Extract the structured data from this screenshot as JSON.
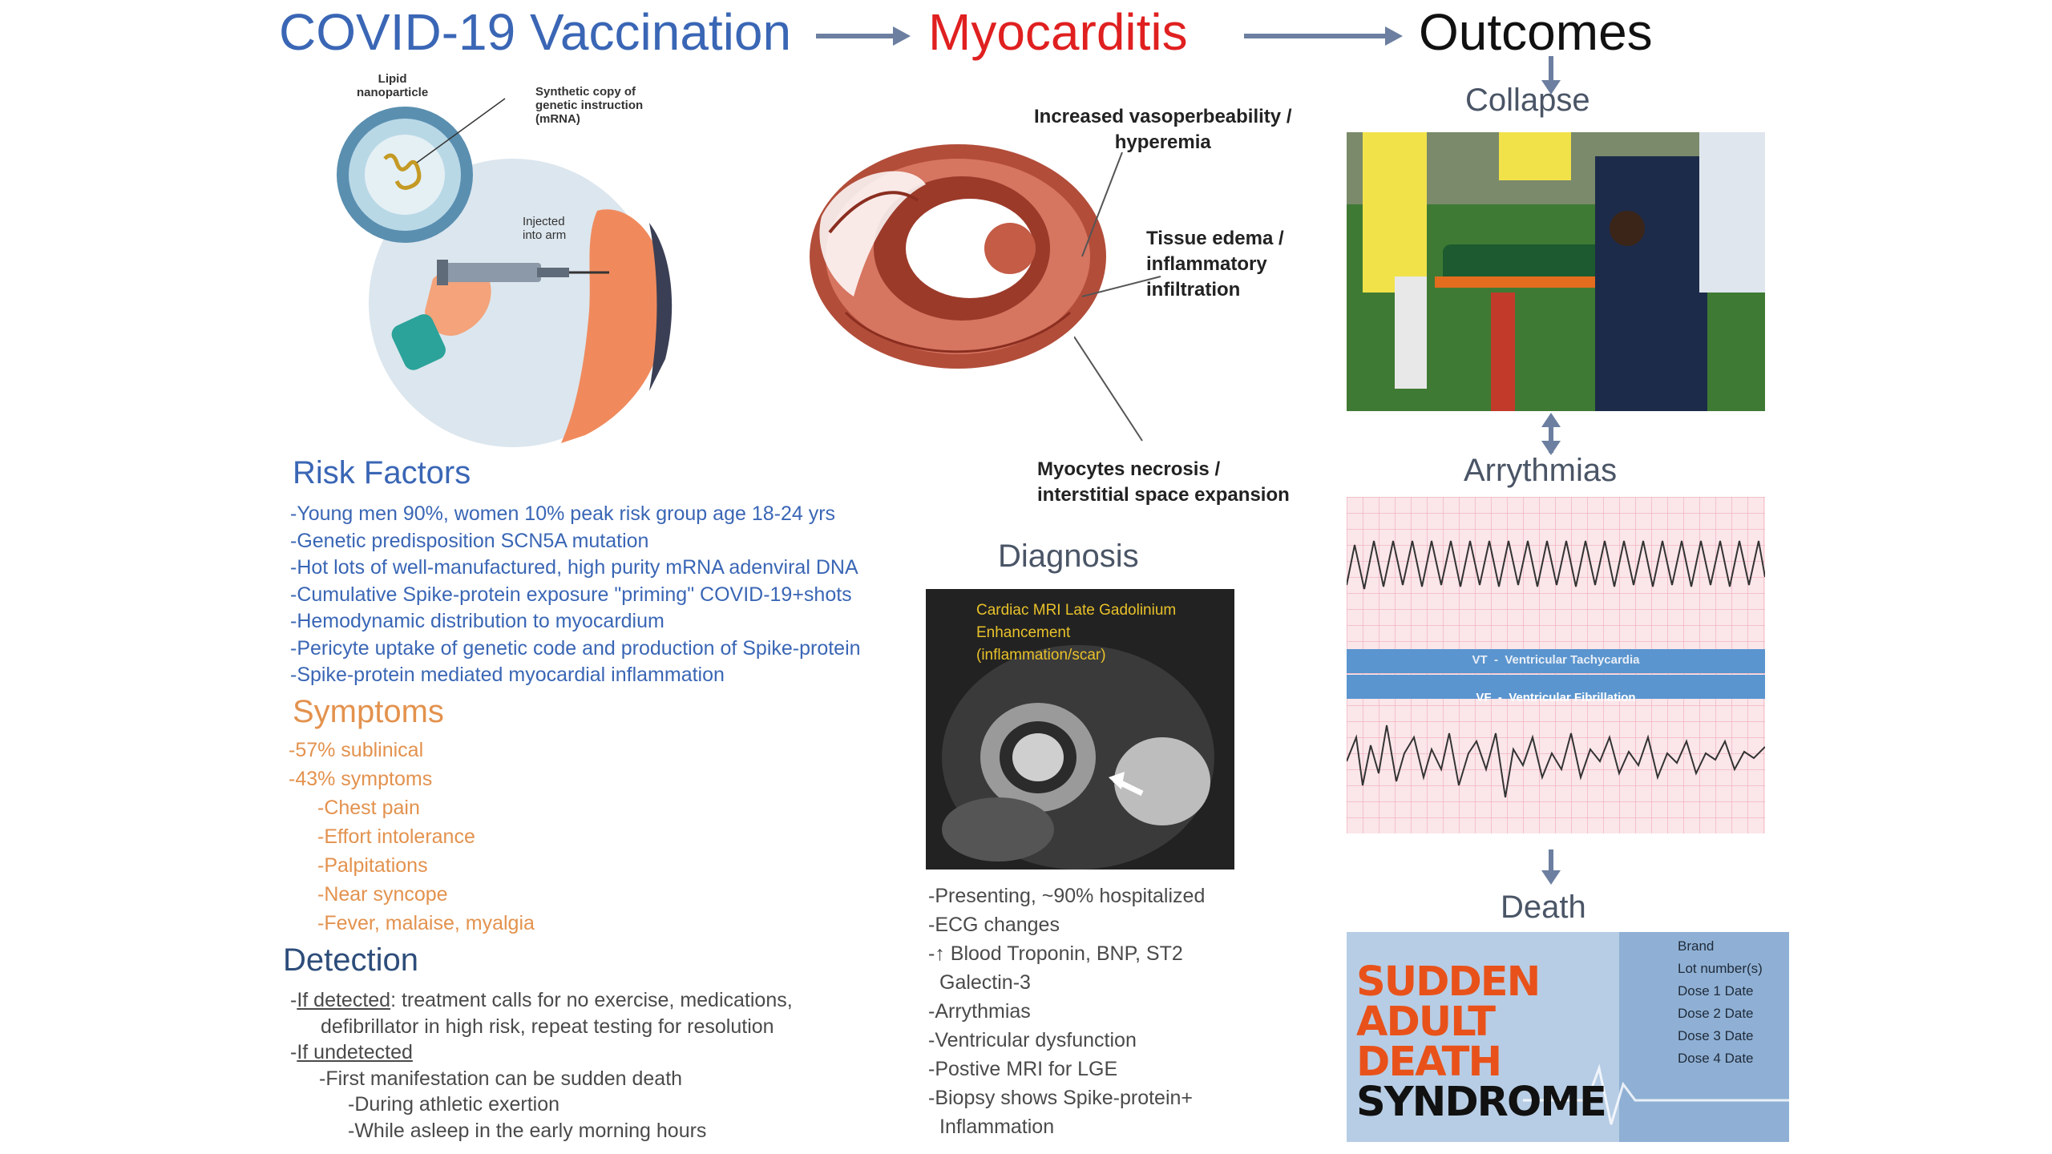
{
  "header": {
    "vaccination": "COVID-19 Vaccination",
    "myocarditis": "Myocarditis",
    "outcomes": "Outcomes"
  },
  "colors": {
    "title_blue": "#3a66b5",
    "title_red": "#e02020",
    "symptoms_orange": "#e3924e",
    "arrow_gray": "#6c7fa0"
  },
  "vaccine_figure": {
    "lipid_label": "Lipid\nnanoparticle",
    "mrna_label": "Synthetic copy of\ngenetic instruction\n(mRNA)",
    "injected_label": "Injected\ninto arm"
  },
  "heart_figure": {
    "label_vaso": "Increased vasoperbeability /\nhyperemia",
    "label_edema": "Tissue edema /\ninflammatory\ninfiltration",
    "label_necrosis": "Myocytes necrosis /\ninterstitial space expansion"
  },
  "risk_factors": {
    "title": "Risk Factors",
    "items": [
      "-Young men 90%, women 10% peak risk group age 18-24 yrs",
      "-Genetic predisposition SCN5A mutation",
      "-Hot lots of well-manufactured, high purity mRNA adenviral DNA",
      "-Cumulative Spike-protein exposure \"priming\" COVID-19+shots",
      "-Hemodynamic distribution to myocardium",
      "-Pericyte uptake of genetic code and production of Spike-protein",
      "-Spike-protein mediated myocardial inflammation"
    ]
  },
  "symptoms": {
    "title": "Symptoms",
    "items": [
      {
        "text": "-57% sublinical",
        "indent": 0
      },
      {
        "text": "-43% symptoms",
        "indent": 0
      },
      {
        "text": "-Chest pain",
        "indent": 1
      },
      {
        "text": "-Effort intolerance",
        "indent": 1
      },
      {
        "text": "-Palpitations",
        "indent": 1
      },
      {
        "text": "-Near syncope",
        "indent": 1
      },
      {
        "text": "-Fever, malaise, myalgia",
        "indent": 1
      }
    ]
  },
  "detection": {
    "title": "Detection",
    "if_detected_prefix": "-",
    "if_detected_label": "If detected",
    "if_detected_text": ": treatment calls for no exercise, medications,",
    "if_detected_text2": "defibrillator in high risk, repeat testing for resolution",
    "if_undetected_prefix": "-",
    "if_undetected_label": "If undetected",
    "first_manifestation": "-First manifestation can be sudden death",
    "during_athletic": "-During athletic exertion",
    "while_asleep": "-While asleep in the early morning hours"
  },
  "diagnosis": {
    "title": "Diagnosis",
    "mri_caption": "Cardiac MRI Late Gadolinium\nEnhancement\n(inflammation/scar)",
    "items": [
      "-Presenting, ~90% hospitalized",
      "-ECG changes",
      "-↑ Blood Troponin, BNP, ST2",
      " Galectin-3",
      "-Arrythmias",
      "-Ventricular dysfunction",
      "-Postive MRI for LGE",
      "-Biopsy shows Spike-protein+",
      " Inflammation"
    ]
  },
  "outcomes": {
    "collapse": "Collapse",
    "arrythmias": "Arrythmias",
    "death": "Death",
    "vt_label": "VT  -  Ventricular Tachycardia",
    "vf_label": "VF  -  Ventricular Fibrillation",
    "sads_lines": [
      "SUDDEN",
      "ADULT",
      "DEATH",
      "SYNDROME"
    ],
    "sads_side": [
      "Brand",
      "Lot number(s)",
      "Dose 1 Date",
      "Dose 2 Date",
      "Dose 3 Date",
      "Dose 4 Date"
    ]
  }
}
